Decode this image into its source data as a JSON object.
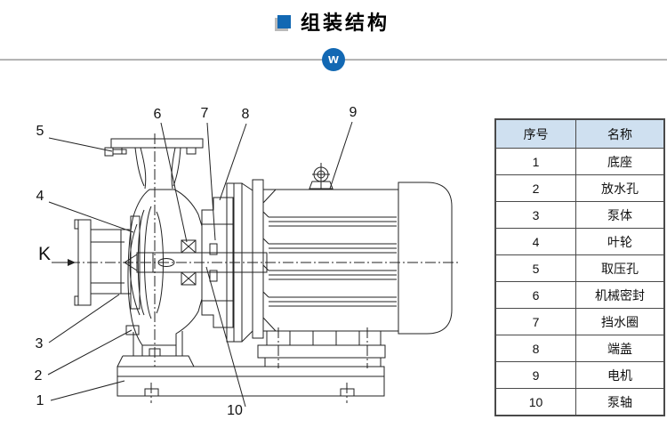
{
  "header": {
    "title": "组装结构"
  },
  "divider": {
    "badge": "w"
  },
  "diagram": {
    "k_label": "K",
    "callouts": [
      "1",
      "2",
      "3",
      "4",
      "5",
      "6",
      "7",
      "8",
      "9",
      "10"
    ]
  },
  "table": {
    "col_index": "序号",
    "col_name": "名称",
    "rows": [
      {
        "no": "1",
        "name": "底座"
      },
      {
        "no": "2",
        "name": "放水孔"
      },
      {
        "no": "3",
        "name": "泵体"
      },
      {
        "no": "4",
        "name": "叶轮"
      },
      {
        "no": "5",
        "name": "取压孔"
      },
      {
        "no": "6",
        "name": "机械密封"
      },
      {
        "no": "7",
        "name": "挡水圈"
      },
      {
        "no": "8",
        "name": "端盖"
      },
      {
        "no": "9",
        "name": "电机"
      },
      {
        "no": "10",
        "name": "泵轴"
      }
    ]
  },
  "colors": {
    "accent_blue": "#1268b3",
    "table_header_bg": "#cfe0f0"
  }
}
